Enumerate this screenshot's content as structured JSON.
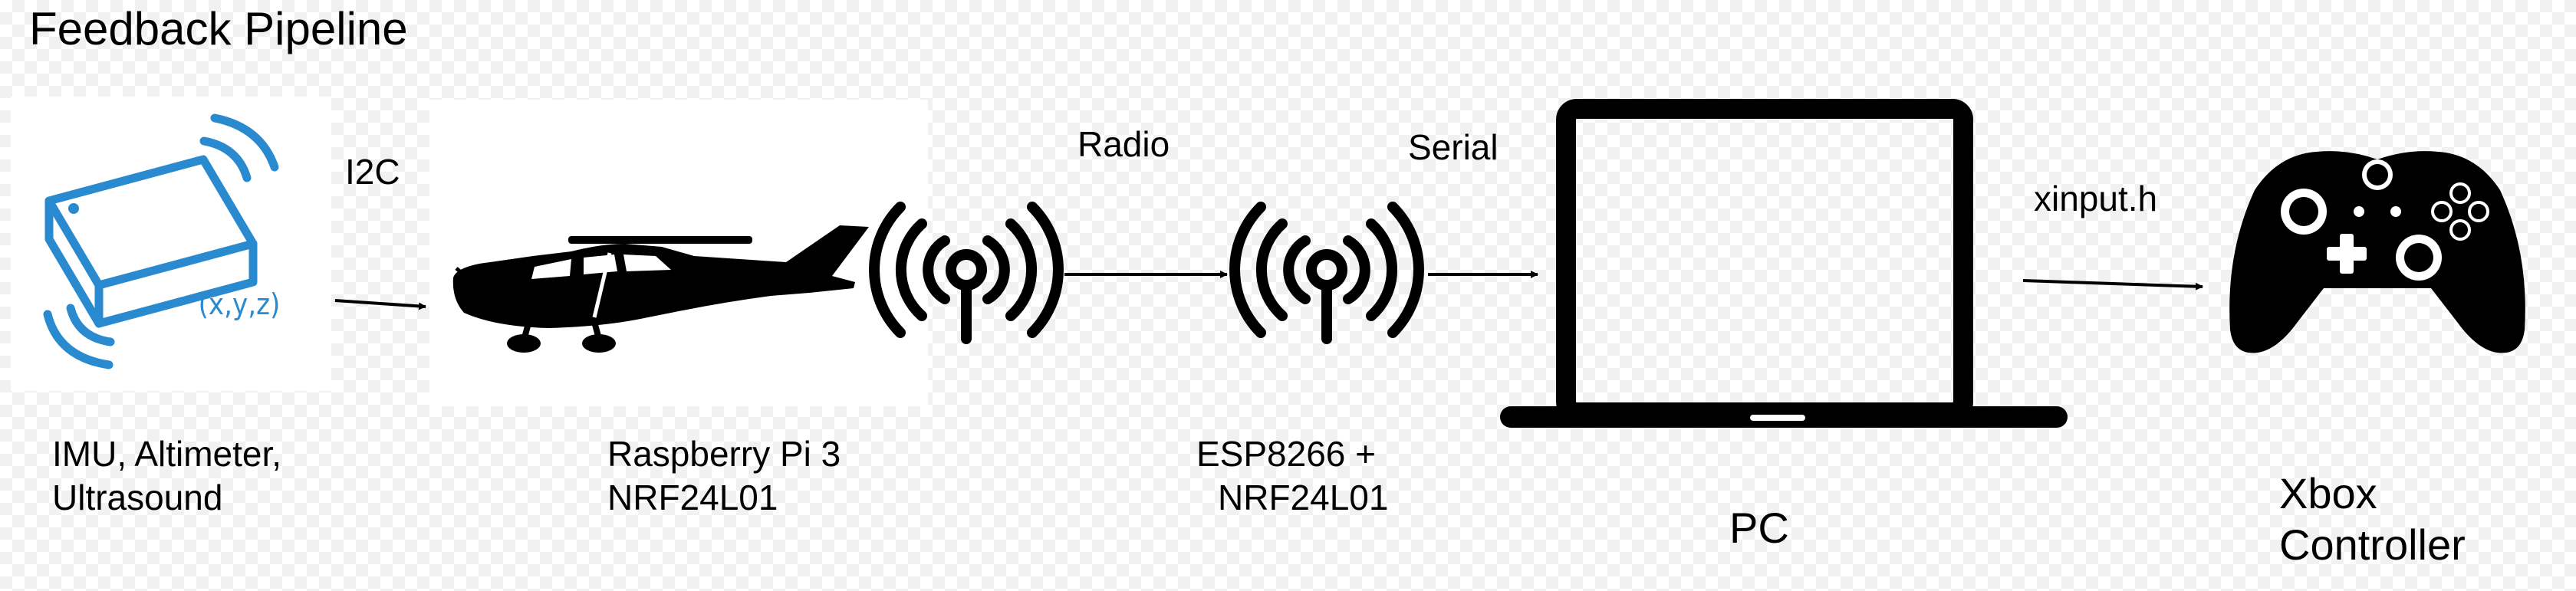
{
  "title": "Feedback Pipeline",
  "nodes": {
    "imu": {
      "icon": "imu-sensor-icon",
      "label_lines": [
        "IMU, Altimeter,",
        "Ultrasound"
      ],
      "icon_text": "(x,y,z)",
      "icon_color": "#2a8ad0"
    },
    "plane": {
      "icon": "airplane-icon",
      "label_lines": [
        "Raspberry Pi 3",
        "NRF24L01"
      ]
    },
    "plane_antenna": {
      "icon": "radio-antenna-icon"
    },
    "esp": {
      "icon": "radio-antenna-icon",
      "label_lines": [
        "ESP8266 +",
        "NRF24L01"
      ]
    },
    "pc": {
      "icon": "laptop-icon",
      "label": "PC"
    },
    "xbox": {
      "icon": "gamepad-icon",
      "label_lines": [
        "Xbox",
        "Controller"
      ]
    }
  },
  "connections": [
    {
      "from": "imu",
      "to": "plane",
      "label": "I2C"
    },
    {
      "from": "plane",
      "to": "esp",
      "label": "Radio"
    },
    {
      "from": "esp",
      "to": "pc",
      "label": "Serial"
    },
    {
      "from": "pc",
      "to": "xbox",
      "label": "xinput.h"
    }
  ]
}
